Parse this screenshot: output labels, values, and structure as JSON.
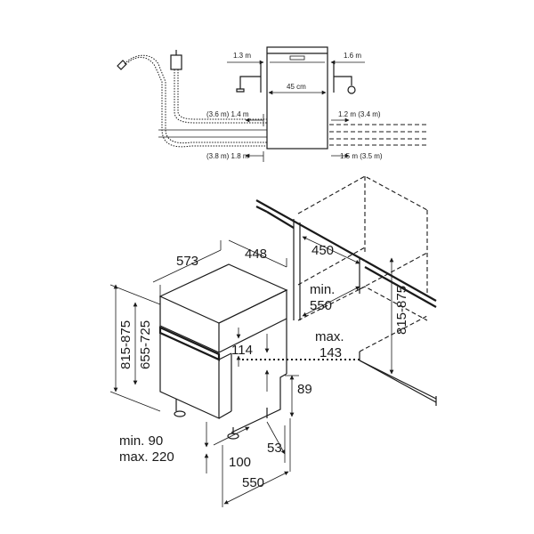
{
  "top": {
    "inlet_left_len": "1.3 m",
    "inlet_right_len": "1.6 m",
    "width": "45 cm",
    "hose_upper_left": "(3.6 m) 1.4 m",
    "hose_upper_right": "1.2 m (3.4 m)",
    "hose_lower_left": "(3.8 m) 1.8 m",
    "hose_lower_right": "1.5 m (3.5 m)"
  },
  "bottom": {
    "depth_573": "573",
    "width_448": "448",
    "niche_450": "450",
    "min_label": "min.",
    "min_550": "550",
    "height_815_875_left": "815-875",
    "height_655_725": "655-725",
    "dim_114": "114",
    "max_label": "max.",
    "max_143": "143",
    "dim_89": "89",
    "plinth_min": "min. 90",
    "plinth_max": "max. 220",
    "dim_100": "100",
    "dim_53": "53",
    "dim_550_bottom": "550",
    "height_815_875_right": "815-875"
  },
  "colors": {
    "line": "#1a1a1a",
    "background": "#ffffff"
  }
}
